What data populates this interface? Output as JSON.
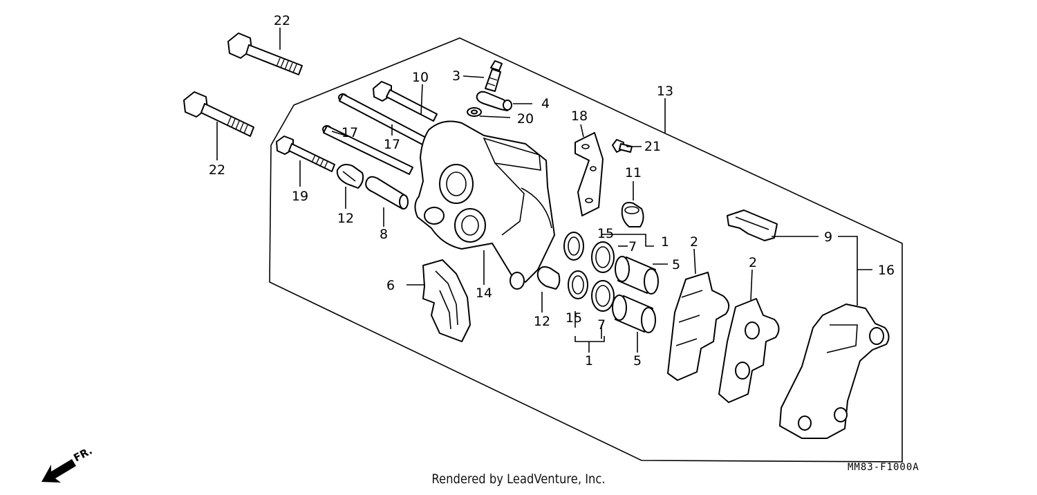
{
  "diagram": {
    "callouts": {
      "p1a": "1",
      "p1b": "1",
      "p2a": "2",
      "p2b": "2",
      "p3": "3",
      "p4": "4",
      "p5a": "5",
      "p5b": "5",
      "p6": "6",
      "p7a": "7",
      "p7b": "7",
      "p8": "8",
      "p9": "9",
      "p10": "10",
      "p11": "11",
      "p12a": "12",
      "p12b": "12",
      "p13": "13",
      "p14": "14",
      "p15a": "15",
      "p15b": "15",
      "p16": "16",
      "p17a": "17",
      "p17b": "17",
      "p18": "18",
      "p19": "19",
      "p20": "20",
      "p21": "21",
      "p22a": "22",
      "p22b": "22"
    },
    "direction_label": "FR.",
    "diagram_code": "MM83-F1000A",
    "footer": "Rendered by LeadVenture, Inc."
  }
}
